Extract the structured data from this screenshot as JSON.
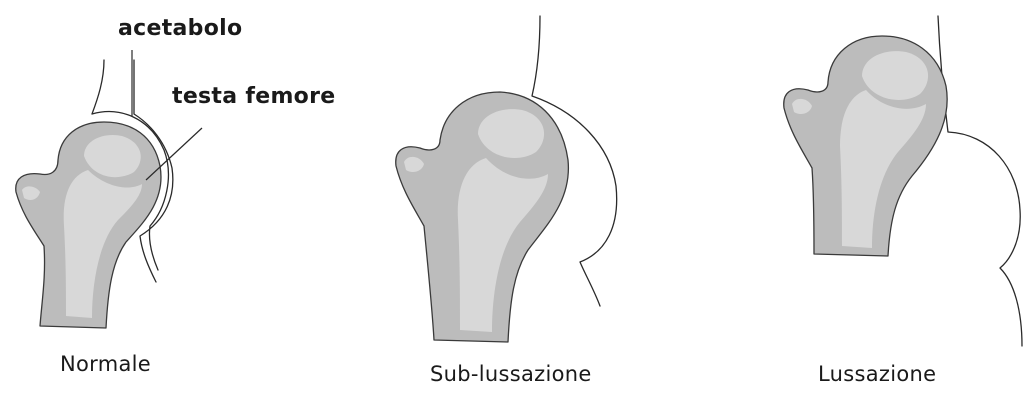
{
  "labels": {
    "acetabulum": "acetabolo",
    "femoral_head": "testa femore"
  },
  "captions": {
    "normal": "Normale",
    "subluxation": "Sub-lussazione",
    "luxation": "Lussazione"
  },
  "colors": {
    "bone": "#bcbcbc",
    "marrow": "#d8d8d8",
    "outline": "#2a2a2a",
    "background": "#ffffff"
  }
}
